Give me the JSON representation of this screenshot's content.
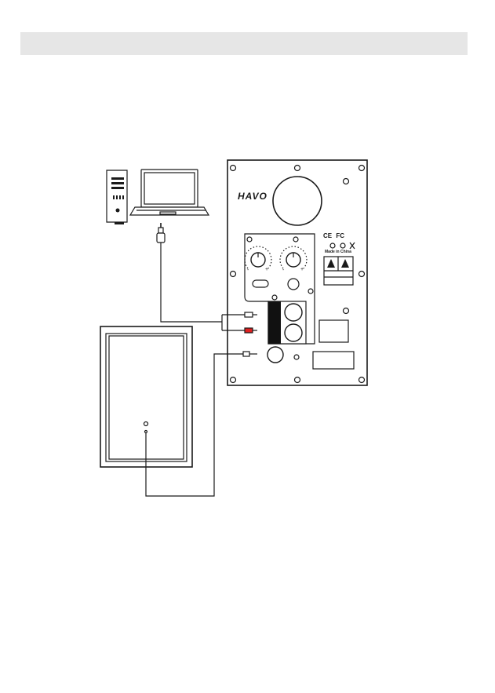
{
  "header": {
    "text": ""
  },
  "speaker": {
    "brand": "HAVO",
    "made_in": "Made in China",
    "cert_marks": [
      "CE",
      "FC"
    ],
    "knob_scale": {
      "min": "-",
      "max": "+"
    }
  },
  "colors": {
    "line": "#1a1a1a",
    "header_bar": "#e6e6e6",
    "red_plug": "#e02020",
    "black_panel": "#111111"
  },
  "icons": [
    "desktop-tower-icon",
    "laptop-icon",
    "audio-jack-icon",
    "warning-icon",
    "recycle-icon",
    "trash-bin-icon"
  ]
}
